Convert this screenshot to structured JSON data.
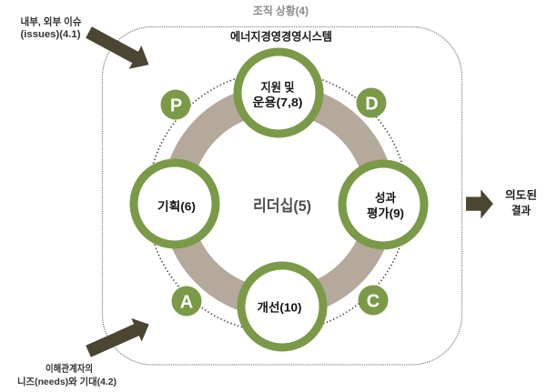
{
  "diagram": {
    "context_label": "조직 상황(4)",
    "system_title": "에너지경영경영시스템",
    "center_label": "리더십(5)",
    "inputs": [
      {
        "lines": [
          "내부, 외부 이슈",
          "(issues)(4.1)"
        ]
      },
      {
        "lines": [
          "이해관계자의",
          "니즈(needs)와 기대(4.2)"
        ]
      }
    ],
    "output": {
      "lines": [
        "의도된",
        "결과"
      ]
    },
    "processes": [
      {
        "lines": [
          "지원 및",
          "운용(7,8)"
        ]
      },
      {
        "lines": [
          "기획(6)"
        ]
      },
      {
        "lines": [
          "성과",
          "평가(9)"
        ]
      },
      {
        "lines": [
          "개선(10)"
        ]
      }
    ],
    "pdca_badges": [
      {
        "letter": "P"
      },
      {
        "letter": "D"
      },
      {
        "letter": "C"
      },
      {
        "letter": "A"
      }
    ]
  },
  "colors": {
    "process_green": "#7a9a48",
    "leadership_ring": "#b5a99b",
    "arrow": "#4b4532",
    "boundary_line": "#7a7a7a",
    "cycle_line": "#4a4a4a",
    "context_label": "#8a8a8a",
    "title_text": "#1a1a1a",
    "node_text": "#141414",
    "side_text": "#333333",
    "center_label": "#4f4f4f",
    "badge_letter": "#ffffff"
  }
}
